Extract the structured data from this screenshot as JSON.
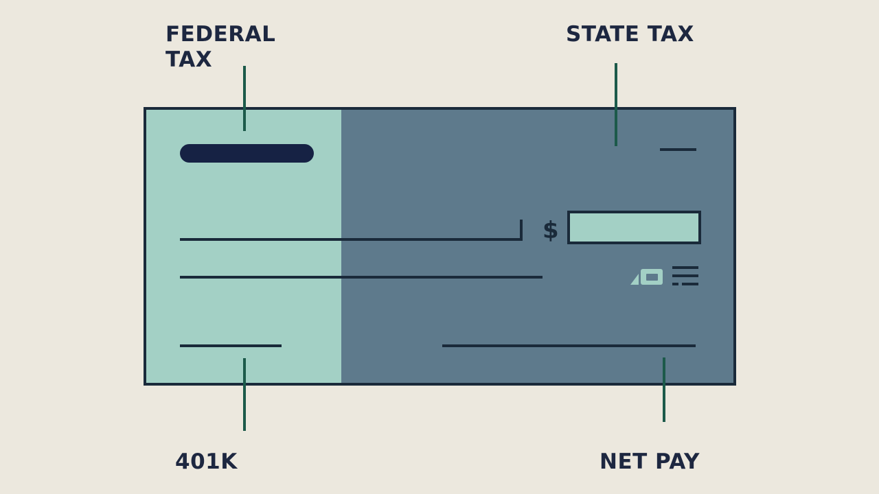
{
  "labels": {
    "federal_tax": "FEDERAL\nTAX",
    "state_tax": "STATE TAX",
    "k401": "401K",
    "net_pay": "NET PAY"
  },
  "check": {
    "currency_symbol": "$"
  },
  "colors": {
    "background": "#ECE8DE",
    "text": "#1D2740",
    "stub_fill": "#A3D0C5",
    "body_fill": "#5E7A8C",
    "outline": "#1A2A3A",
    "leader_line": "#1C5A4A",
    "amount_box_fill": "#A3D0C5",
    "dark_bar": "#162244"
  },
  "icons": [
    "check-icon",
    "list-icon"
  ]
}
